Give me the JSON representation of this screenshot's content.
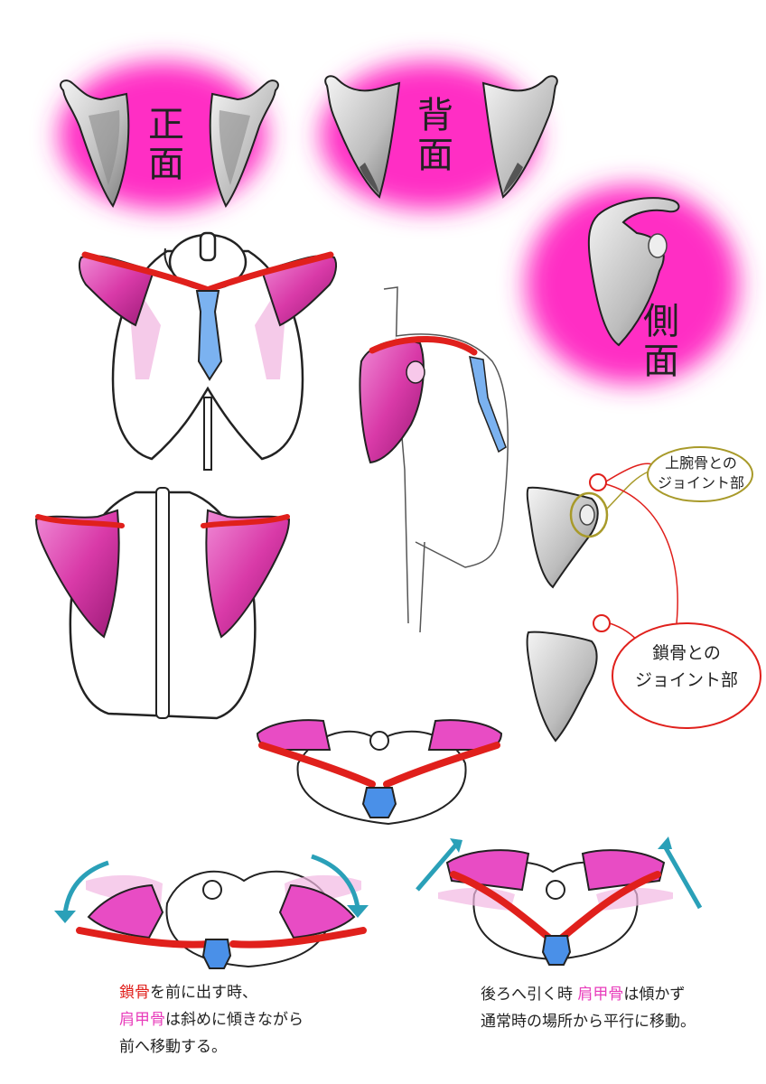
{
  "views": {
    "front": "正面",
    "back": "背面",
    "side": "側面"
  },
  "callouts": {
    "humerus_joint": {
      "line1": "上腕骨との",
      "line2": "ジョイント部"
    },
    "clavicle_joint": {
      "line1": "鎖骨との",
      "line2": "ジョイント部"
    }
  },
  "notes": {
    "forward": {
      "clavicle": "鎖骨",
      "line1_rest": "を前に出す時、",
      "scapula": "肩甲骨",
      "line2_rest": "は斜めに傾きながら",
      "line3": "前へ移動する。"
    },
    "backward": {
      "line1_start": "後ろへ引く時",
      "scapula": "肩甲骨",
      "line1_rest": "は傾かず",
      "line2": "通常時の場所から平行に移動。"
    }
  },
  "colors": {
    "highlight_pink": "#ff2ec4",
    "bone_magenta": "#d93aa8",
    "clavicle_red": "#e0201c",
    "sternum_blue": "#4a90e8",
    "arrow_teal": "#2aa0b8",
    "callout_olive": "#a89a2a"
  }
}
